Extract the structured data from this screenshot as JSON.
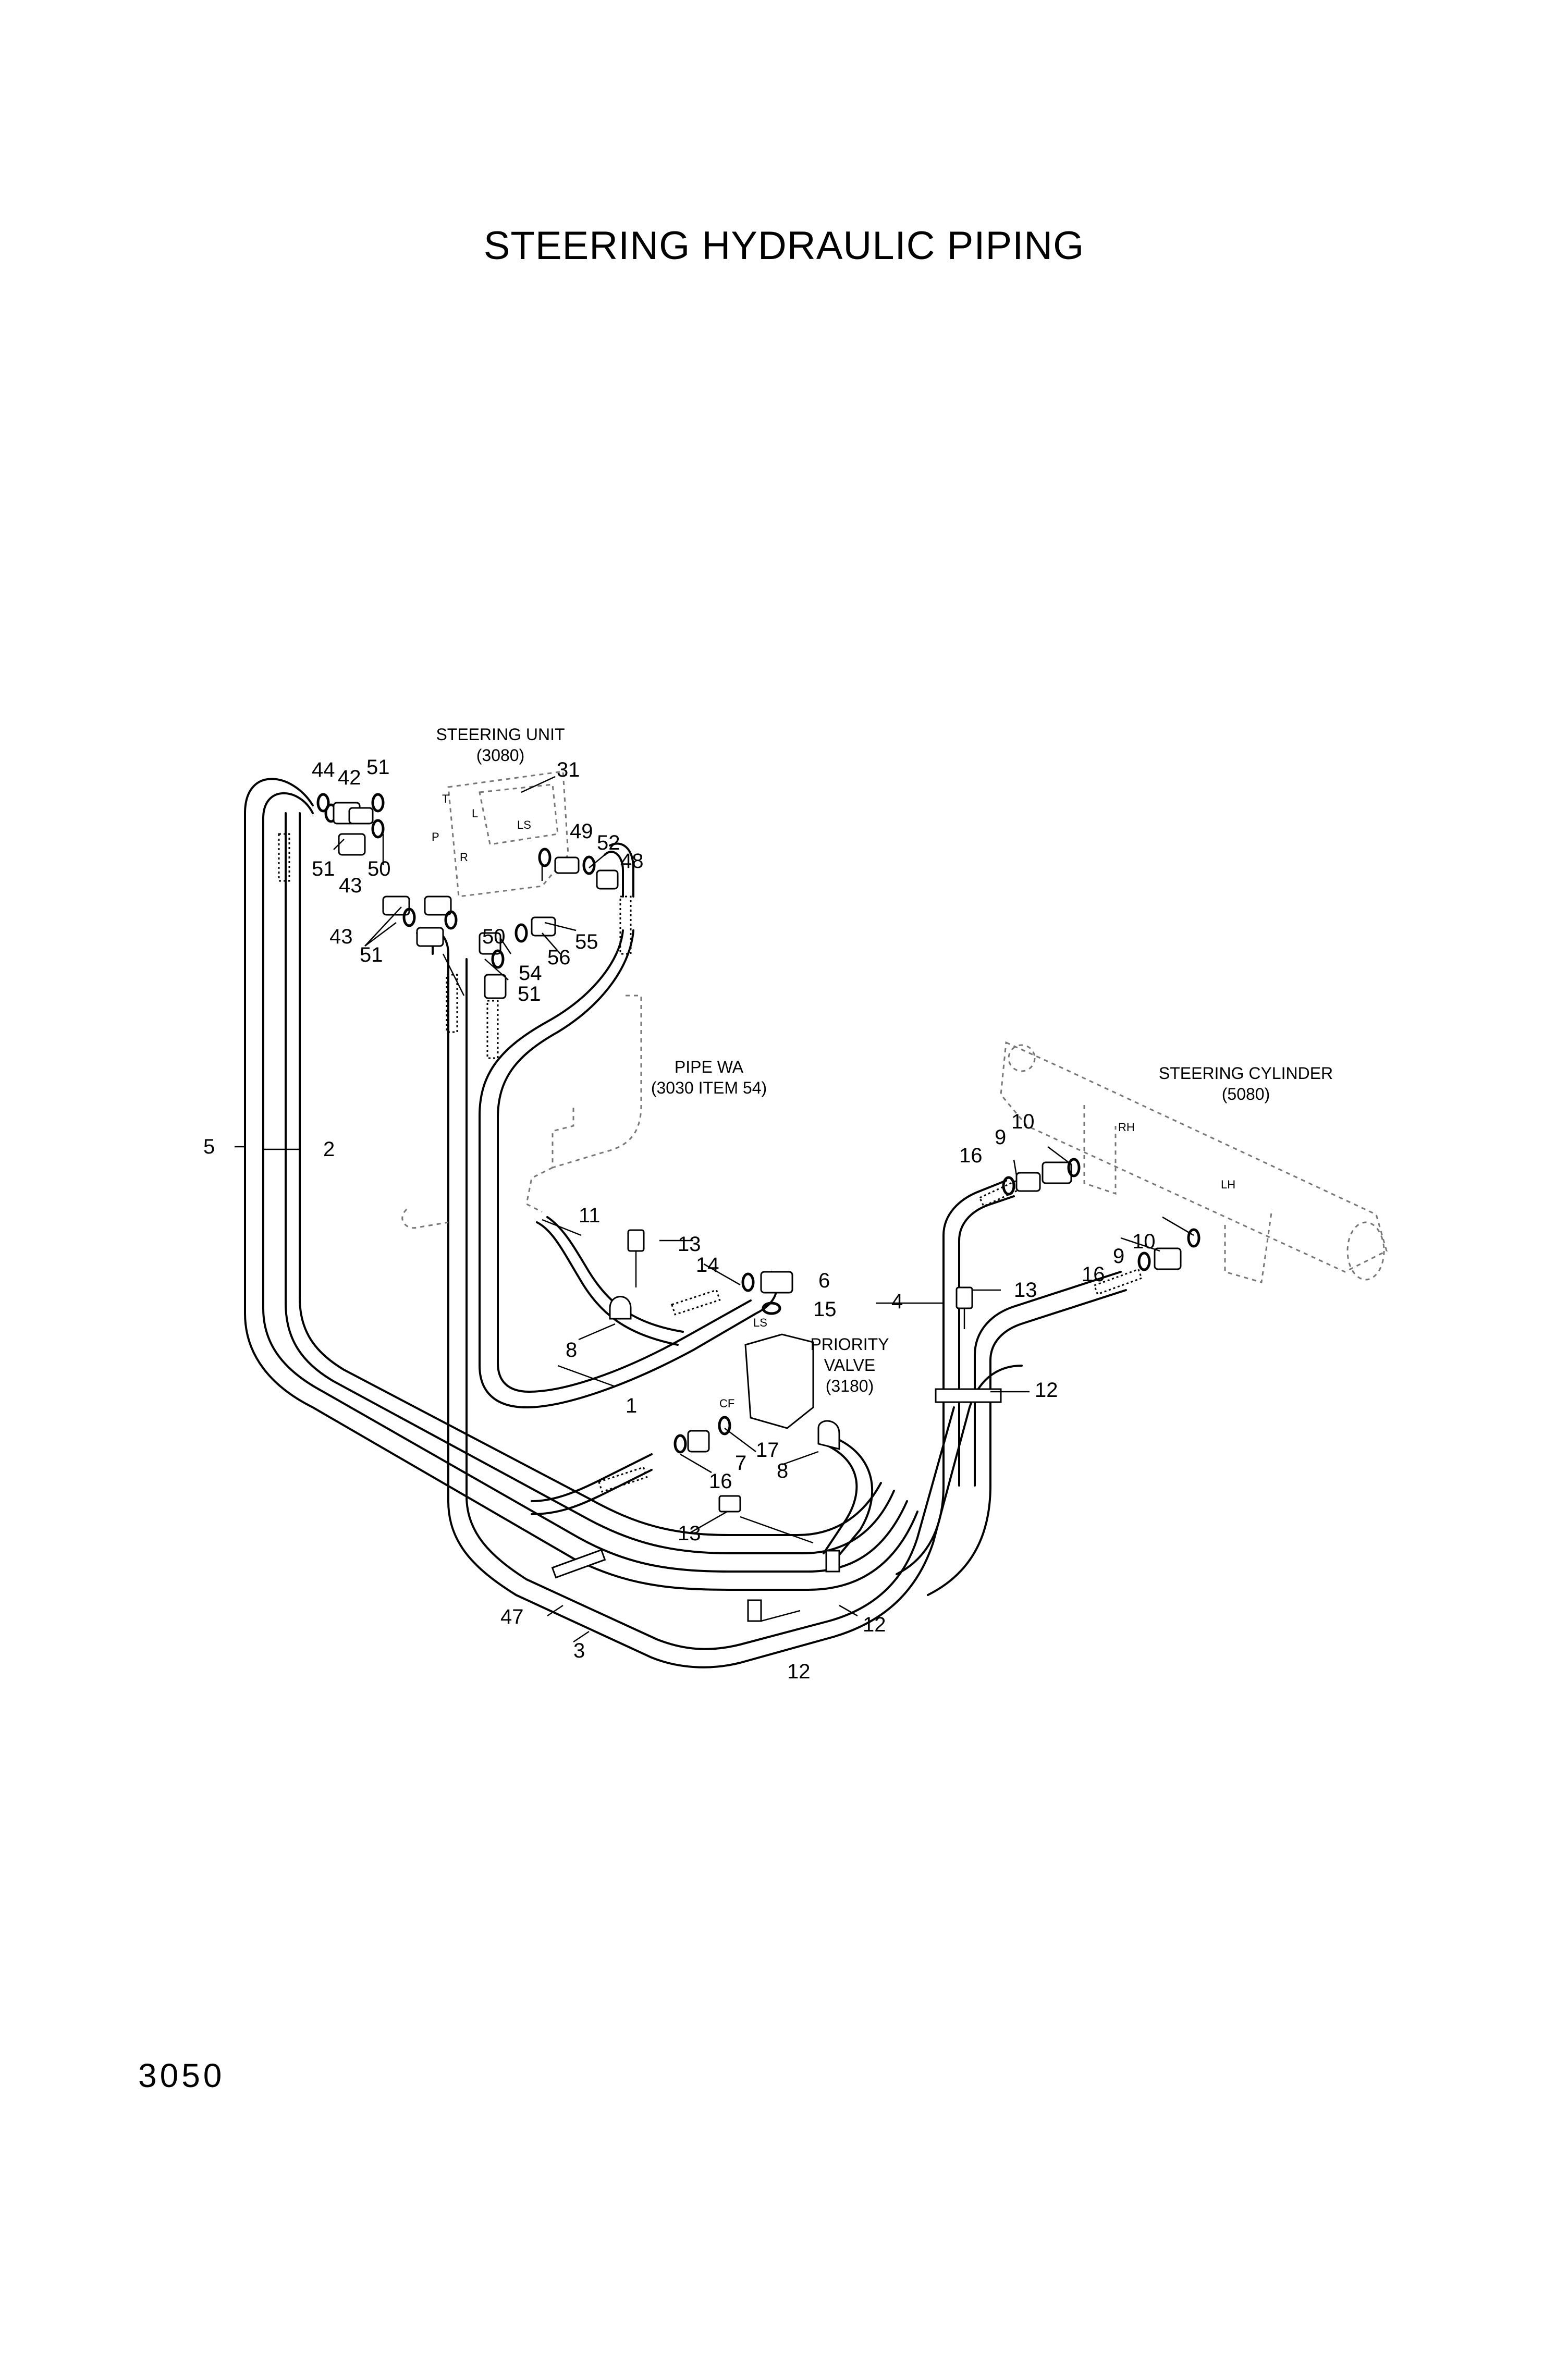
{
  "title": "STEERING HYDRAULIC PIPING",
  "page_number": "3050",
  "labels": {
    "steering_unit": "STEERING UNIT",
    "steering_unit_ref": "(3080)",
    "pipe_wa": "PIPE WA",
    "pipe_wa_ref": "(3030 ITEM 54)",
    "steering_cylinder": "STEERING CYLINDER",
    "steering_cylinder_ref": "(5080)",
    "priority_valve_1": "PRIORITY",
    "priority_valve_2": "VALVE",
    "priority_valve_ref": "(3180)"
  },
  "ports": {
    "t": "T",
    "l": "L",
    "ls": "LS",
    "p": "P",
    "r": "R",
    "rh": "RH",
    "lh": "LH",
    "valve_ls": "LS",
    "valve_cf": "CF"
  },
  "callouts": [
    "44",
    "42",
    "51",
    "31",
    "51",
    "50",
    "43",
    "49",
    "52",
    "48",
    "43",
    "51",
    "50",
    "55",
    "56",
    "54",
    "51",
    "5",
    "2",
    "10",
    "9",
    "16",
    "10",
    "9",
    "16",
    "11",
    "13",
    "14",
    "6",
    "15",
    "8",
    "4",
    "13",
    "12",
    "1",
    "17",
    "7",
    "16",
    "8",
    "13",
    "47",
    "3",
    "12",
    "12"
  ]
}
